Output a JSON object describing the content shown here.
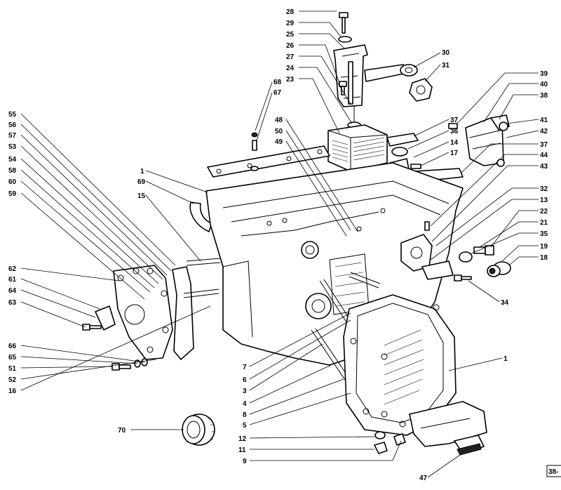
{
  "diagram": {
    "sheet_tag": "38-",
    "callouts": [
      {
        "id": "c28",
        "text": "28"
      },
      {
        "id": "c29",
        "text": "29"
      },
      {
        "id": "c25",
        "text": "25"
      },
      {
        "id": "c26",
        "text": "26"
      },
      {
        "id": "c27",
        "text": "27"
      },
      {
        "id": "c24",
        "text": "24"
      },
      {
        "id": "c23",
        "text": "23"
      },
      {
        "id": "c30",
        "text": "30"
      },
      {
        "id": "c31",
        "text": "31"
      },
      {
        "id": "c68",
        "text": "68"
      },
      {
        "id": "c67",
        "text": "67"
      },
      {
        "id": "c39",
        "text": "39"
      },
      {
        "id": "c40",
        "text": "40"
      },
      {
        "id": "c38",
        "text": "38"
      },
      {
        "id": "c41",
        "text": "41"
      },
      {
        "id": "c42",
        "text": "42"
      },
      {
        "id": "c37a",
        "text": "37"
      },
      {
        "id": "c36",
        "text": "36"
      },
      {
        "id": "c14",
        "text": "14"
      },
      {
        "id": "c17",
        "text": "17"
      },
      {
        "id": "c37b",
        "text": "37"
      },
      {
        "id": "c44",
        "text": "44"
      },
      {
        "id": "c43",
        "text": "43"
      },
      {
        "id": "c32",
        "text": "32"
      },
      {
        "id": "c13",
        "text": "13"
      },
      {
        "id": "c22",
        "text": "22"
      },
      {
        "id": "c21",
        "text": "21"
      },
      {
        "id": "c35",
        "text": "35"
      },
      {
        "id": "c19",
        "text": "19"
      },
      {
        "id": "c18",
        "text": "18"
      },
      {
        "id": "c34",
        "text": "34"
      },
      {
        "id": "c48",
        "text": "48"
      },
      {
        "id": "c50",
        "text": "50"
      },
      {
        "id": "c49",
        "text": "49"
      },
      {
        "id": "c55",
        "text": "55"
      },
      {
        "id": "c56",
        "text": "56"
      },
      {
        "id": "c57",
        "text": "57"
      },
      {
        "id": "c53",
        "text": "53"
      },
      {
        "id": "c54",
        "text": "54"
      },
      {
        "id": "c58",
        "text": "58"
      },
      {
        "id": "c60",
        "text": "60"
      },
      {
        "id": "c59",
        "text": "59"
      },
      {
        "id": "c1a",
        "text": "1"
      },
      {
        "id": "c69",
        "text": "69"
      },
      {
        "id": "c15",
        "text": "15"
      },
      {
        "id": "c62",
        "text": "62"
      },
      {
        "id": "c61",
        "text": "61"
      },
      {
        "id": "c64",
        "text": "64"
      },
      {
        "id": "c63",
        "text": "63"
      },
      {
        "id": "c66",
        "text": "66"
      },
      {
        "id": "c65",
        "text": "65"
      },
      {
        "id": "c51",
        "text": "51"
      },
      {
        "id": "c52",
        "text": "52"
      },
      {
        "id": "c16",
        "text": "16"
      },
      {
        "id": "c7",
        "text": "7"
      },
      {
        "id": "c6",
        "text": "6"
      },
      {
        "id": "c3",
        "text": "3"
      },
      {
        "id": "c4",
        "text": "4"
      },
      {
        "id": "c8",
        "text": "8"
      },
      {
        "id": "c5",
        "text": "5"
      },
      {
        "id": "c1b",
        "text": "1"
      },
      {
        "id": "c12",
        "text": "12"
      },
      {
        "id": "c11",
        "text": "11"
      },
      {
        "id": "c9",
        "text": "9"
      },
      {
        "id": "c70",
        "text": "70"
      },
      {
        "id": "c47",
        "text": "47"
      }
    ]
  }
}
